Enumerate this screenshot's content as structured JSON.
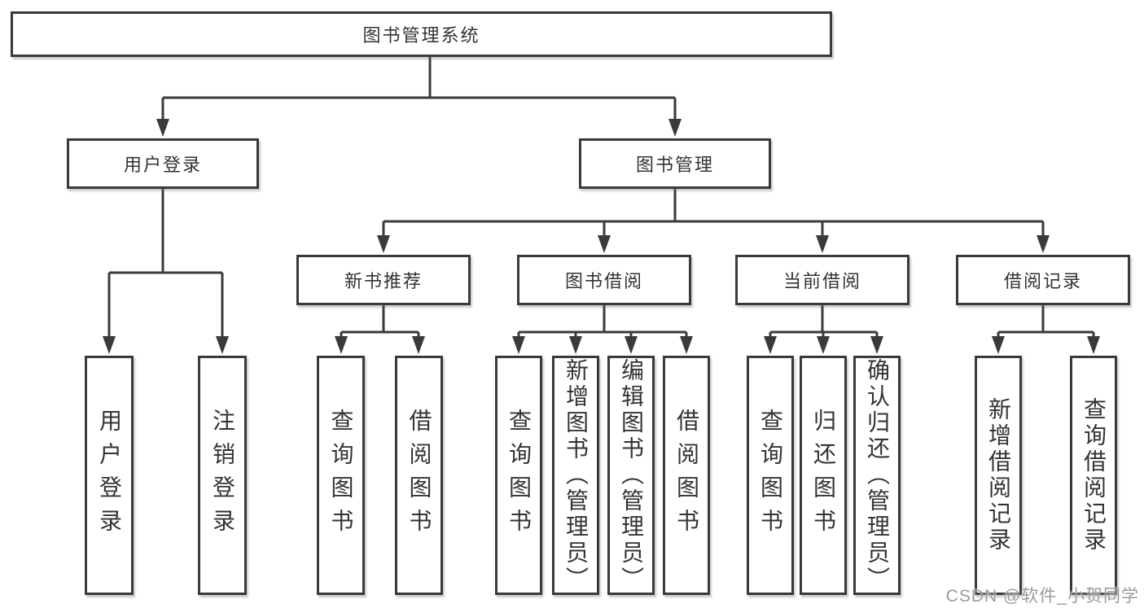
{
  "diagram_title": "图书管理系统",
  "nodes": {
    "root": "图书管理系统",
    "user_login": "用户登录",
    "book_management": "图书管理",
    "new_book_recommend": "新书推荐",
    "book_borrowing": "图书借阅",
    "current_borrowing": "当前借阅",
    "borrowing_records": "借阅记录",
    "leaf_user_login": "用户登录",
    "leaf_logout": "注销登录",
    "leaf_recommend_query_books": "查询图书",
    "leaf_recommend_borrow_books": "借阅图书",
    "leaf_borrowing_query_books": "查询图书",
    "leaf_borrowing_add_books_admin": "新增图书（管理员）",
    "leaf_borrowing_edit_books_admin": "编辑图书（管理员）",
    "leaf_borrowing_borrow_books": "借阅图书",
    "leaf_current_query_books": "查询图书",
    "leaf_current_return_books": "归还图书",
    "leaf_current_confirm_return_admin": "确认归还（管理员）",
    "leaf_records_add_record": "新增借阅记录",
    "leaf_records_query_record": "查询借阅记录"
  },
  "watermark": "CSDN @软件_小贺同学",
  "colors": {
    "line": "#3a3a3a",
    "border": "#3a3a3a",
    "text": "#333333",
    "watermark": "#9b9b9b",
    "background": "#ffffff"
  }
}
